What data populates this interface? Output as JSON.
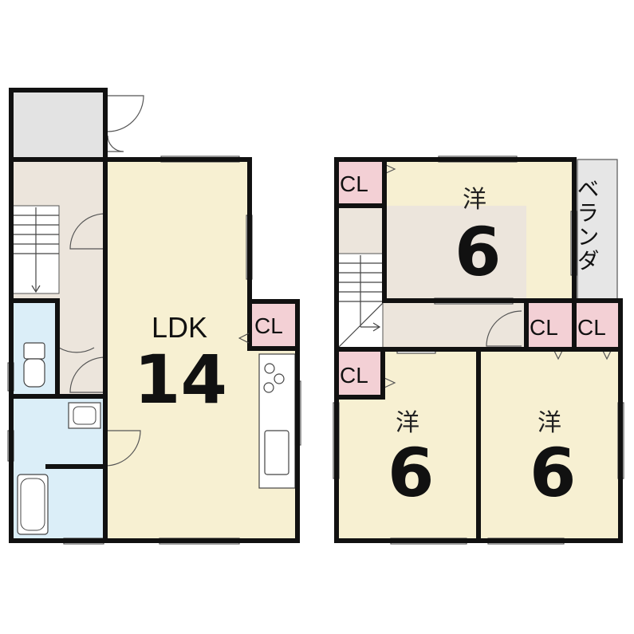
{
  "colors": {
    "living": "#f7f0d2",
    "bedroom": "#f7f0d2",
    "wet": "#dbeef8",
    "hall": "#ece5dc",
    "closet": "#f3d0d5",
    "storage": "#e3e3e3",
    "veranda": "#e6e6e6",
    "wall": "#111111"
  },
  "floor1": {
    "ldk_label": "LDK",
    "ldk_size": "14",
    "closet_label": "CL"
  },
  "floor2": {
    "bedroom_top": {
      "label": "洋",
      "size": "6"
    },
    "bedroom_left": {
      "label": "洋",
      "size": "6"
    },
    "bedroom_right": {
      "label": "洋",
      "size": "6"
    },
    "closet_label_1": "CL",
    "closet_label_2": "CL",
    "closet_label_3": "CL",
    "closet_label_4": "CL",
    "veranda_label": "ベランダ"
  },
  "icons": [
    "toilet-icon",
    "wash-basin-icon",
    "bathtub-icon",
    "kitchen-counter-icon",
    "stairs-icon",
    "door-swing-icon"
  ]
}
